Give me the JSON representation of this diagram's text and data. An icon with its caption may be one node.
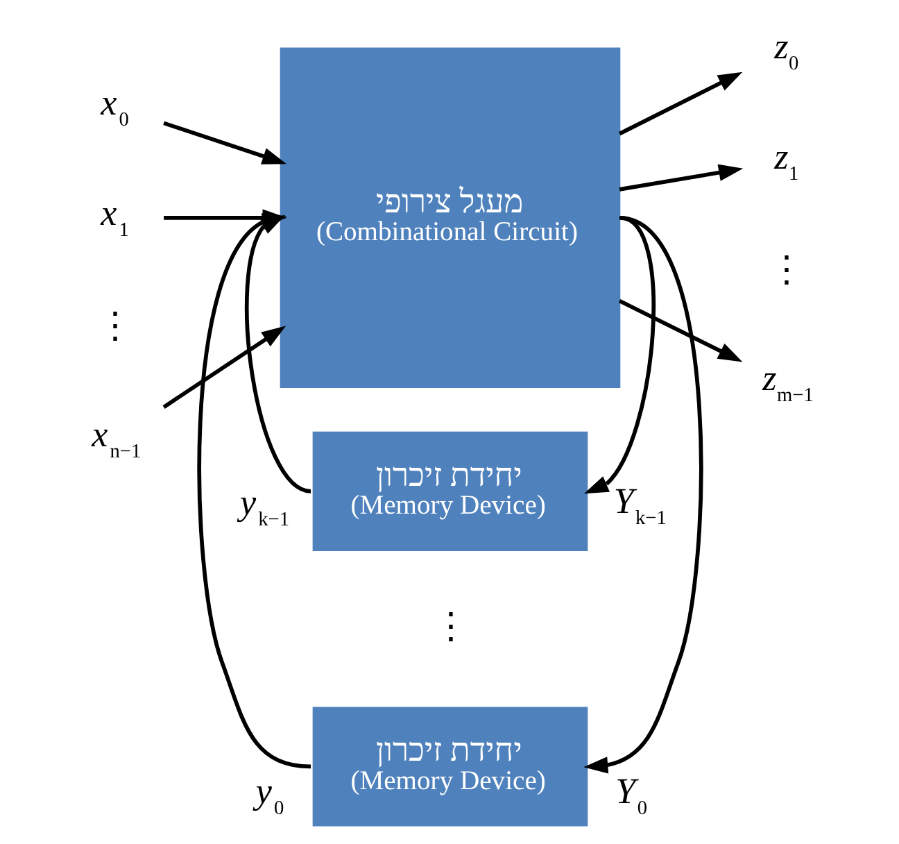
{
  "diagram": {
    "nodes": [
      {
        "text": [
          "מעגל צירופי",
          "(Combinational Circuit)"
        ]
      },
      {
        "text": [
          "יחידת זיכרון",
          "(Memory Device)"
        ]
      },
      {
        "text": [
          "יחידת זיכרון",
          "(Memory Device)"
        ]
      },
      {
        "text": [
          "x$_{0}$"
        ]
      },
      {
        "text": [
          "x$_{1}$"
        ]
      },
      {
        "text": [
          "x$_{n−1}$"
        ]
      },
      {
        "text": [
          "z$_{0}$"
        ]
      },
      {
        "text": [
          "z$_{1}$"
        ]
      },
      {
        "text": [
          "z$_{m−1}$"
        ]
      }
    ],
    "edges": [
      {
        "from": 3,
        "to": 0,
        "arrow": "to"
      },
      {
        "from": 4,
        "to": 0,
        "arrow": "to"
      },
      {
        "from": 5,
        "to": 0,
        "arrow": "to"
      },
      {
        "from": 0,
        "to": 6,
        "arrow": "to"
      },
      {
        "from": 0,
        "to": 7,
        "arrow": "to"
      },
      {
        "from": 0,
        "to": 8,
        "arrow": "to"
      },
      {
        "from": 0,
        "to": 1,
        "arrow": "to",
        "label": "Y$_{k−1}$"
      },
      {
        "from": 1,
        "to": 0,
        "arrow": "to",
        "label": "y$_{k−1}$"
      },
      {
        "from": 0,
        "to": 2,
        "arrow": "to",
        "label": "Y$_{0}$"
      },
      {
        "from": 2,
        "to": 0,
        "arrow": "to",
        "label": "y$_{0}$"
      }
    ],
    "labels": [
      "⋮",
      "⋮",
      "⋮"
    ]
  }
}
